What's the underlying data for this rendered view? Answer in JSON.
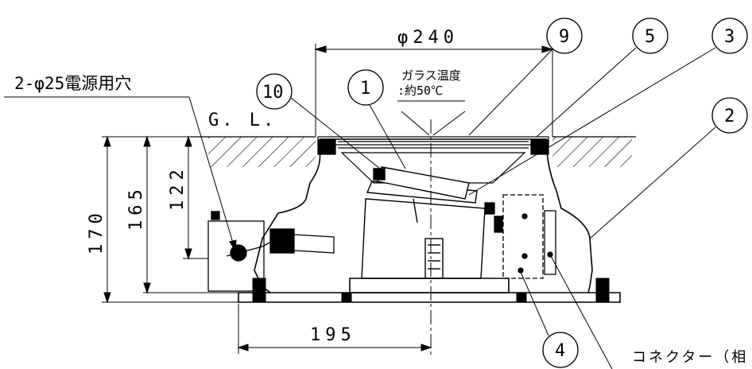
{
  "dimensions": {
    "diameter_top": "φ240",
    "height_170": "170",
    "height_165": "165",
    "height_122": "122",
    "width_195": "195"
  },
  "labels": {
    "power_holes": "2-φ25電源用穴",
    "ground_level": "G. L.",
    "glass_temp_line1": "ガラス温度",
    "glass_temp_line2": ":約50℃",
    "connector": "コネクター（相"
  },
  "balloons": [
    "1",
    "2",
    "3",
    "4",
    "5",
    "9",
    "10"
  ]
}
